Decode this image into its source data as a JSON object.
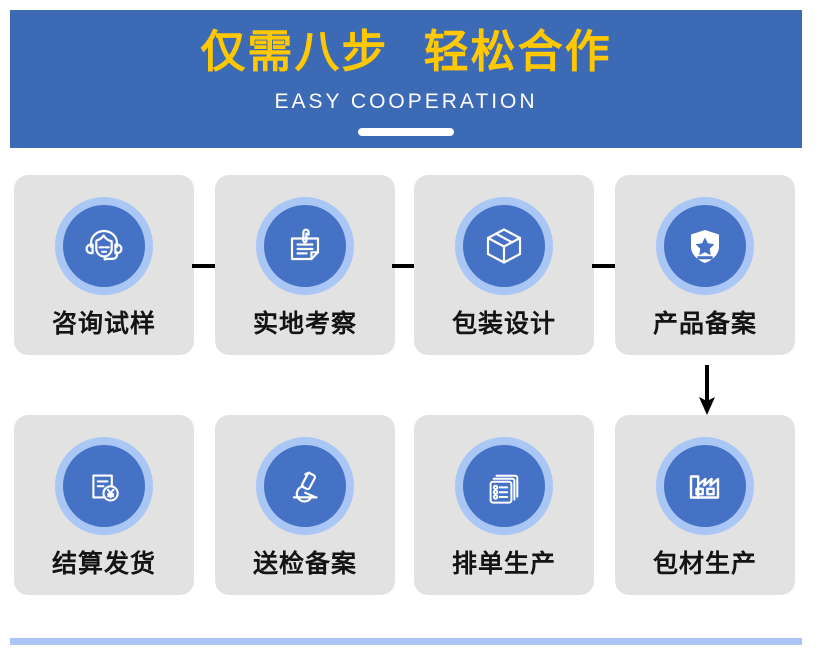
{
  "banner": {
    "title": "仅需八步  轻松合作",
    "subtitle": "EASY COOPERATION",
    "bg_color": "#3d6ab5",
    "title_color": "#ffc800",
    "subtitle_color": "#ffffff",
    "rule_color": "#ffffff"
  },
  "theme": {
    "card_bg": "#e2e2e2",
    "icon_ring": "#a9c6f5",
    "icon_disc": "#4572c4",
    "icon_glyph": "#ffffff",
    "label_color": "#141414",
    "arrow_color": "#000000",
    "bottom_bar_color": "#aac5f4"
  },
  "steps": [
    {
      "index": 1,
      "label": "咨询试样",
      "icon": "headset-support-icon"
    },
    {
      "index": 2,
      "label": "实地考察",
      "icon": "clipboard-document-icon"
    },
    {
      "index": 3,
      "label": "包装设计",
      "icon": "package-box-icon"
    },
    {
      "index": 4,
      "label": "产品备案",
      "icon": "shield-star-icon"
    },
    {
      "index": 5,
      "label": "包材生产",
      "icon": "factory-icon"
    },
    {
      "index": 6,
      "label": "排单生产",
      "icon": "order-list-icon"
    },
    {
      "index": 7,
      "label": "送检备案",
      "icon": "microscope-icon"
    },
    {
      "index": 8,
      "label": "结算发货",
      "icon": "invoice-yen-icon"
    }
  ],
  "arrows": [
    {
      "name": "arrow-step1-to-step2",
      "direction": "right"
    },
    {
      "name": "arrow-step2-to-step3",
      "direction": "right"
    },
    {
      "name": "arrow-step3-to-step4",
      "direction": "right"
    },
    {
      "name": "arrow-step4-to-step5",
      "direction": "down"
    },
    {
      "name": "arrow-step5-to-step6",
      "direction": "left"
    },
    {
      "name": "arrow-step6-to-step7",
      "direction": "left"
    },
    {
      "name": "arrow-step7-to-step8",
      "direction": "left"
    }
  ]
}
